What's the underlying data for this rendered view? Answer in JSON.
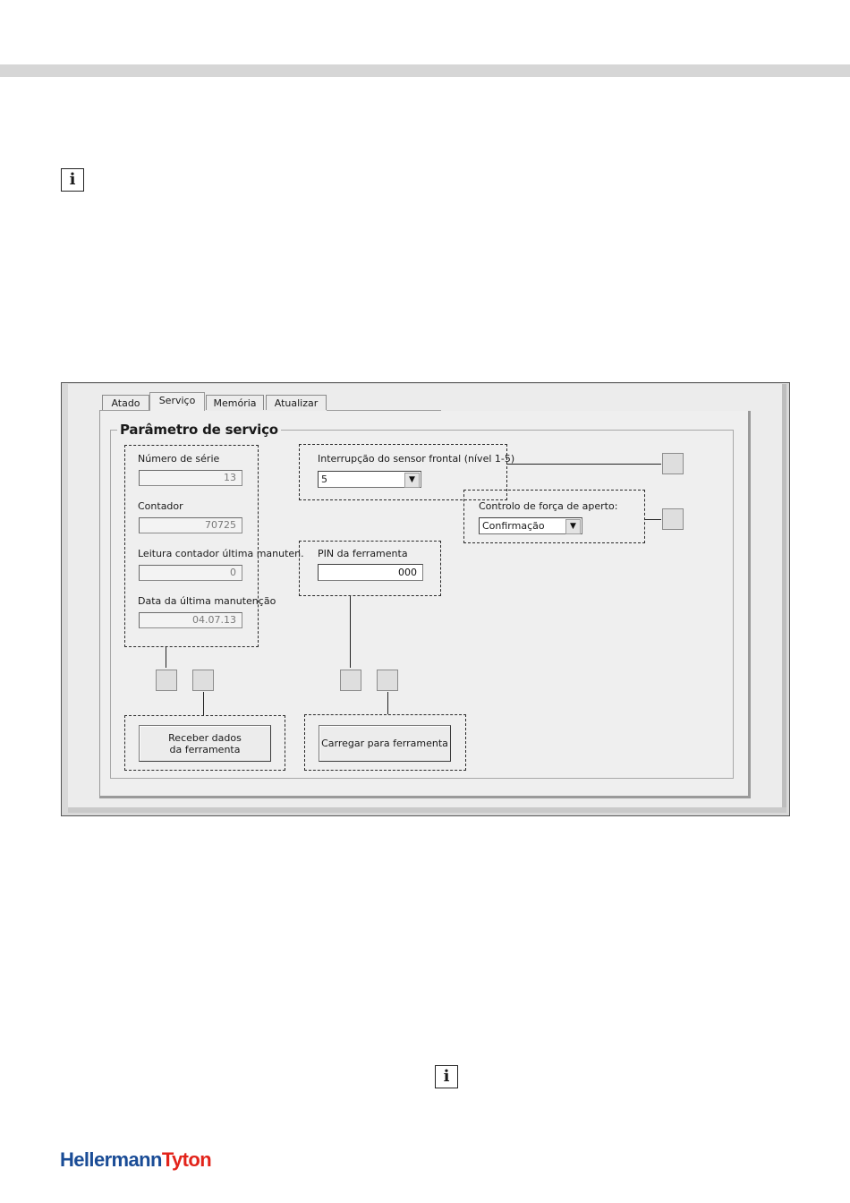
{
  "tabs": [
    "Atado",
    "Serviço",
    "Memória",
    "Atualizar"
  ],
  "active_tab": "Serviço",
  "group_title": "Parâmetro de serviço",
  "fields": {
    "serial_label": "Número de série",
    "serial_value": "13",
    "counter_label": "Contador",
    "counter_value": "70725",
    "last_maint_reading_label": "Leitura contador última manuten.",
    "last_maint_reading_value": "0",
    "last_maint_date_label": "Data da última manutenção",
    "last_maint_date_value": "04.07.13",
    "front_sensor_label": "Interrupção do sensor frontal (nível 1-5)",
    "front_sensor_value": "5",
    "clamp_force_label": "Controlo de força de aperto:",
    "clamp_force_value": "Confirmação",
    "pin_label": "PIN da ferramenta",
    "pin_value": "000"
  },
  "buttons": {
    "receive_line1": "Receber dados",
    "receive_line2": "da ferramenta",
    "upload": "Carregar para ferramenta"
  },
  "icons": {
    "info_top": "info-icon",
    "info_bottom": "info-icon",
    "info_glyph": "i"
  },
  "brand": {
    "part1": "Hellermann",
    "part2": "Tyton",
    "color1": "#1a4c96",
    "color2": "#e2231a"
  }
}
